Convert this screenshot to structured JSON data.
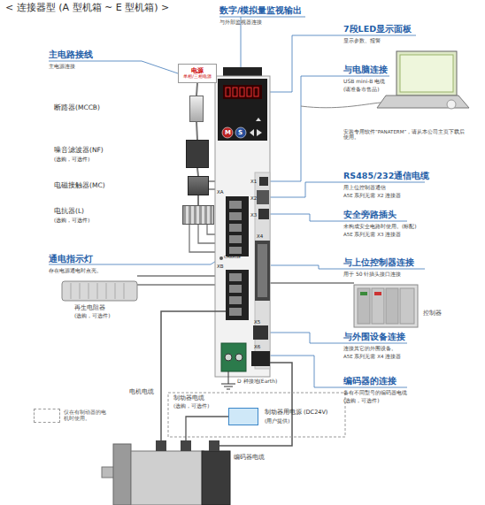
{
  "diagram": {
    "title": "< 连接器型 (A 型机箱 ~ E 型机箱) >",
    "nodes": [
      {
        "text": [
          "电源",
          "单相/三相电源"
        ]
      },
      {
        "text": [
          "断路器(MCCB)"
        ]
      },
      {
        "text": [
          "噪音滤波器(NF)",
          "(选购，可选件)"
        ]
      },
      {
        "text": [
          "电磁接触器(MC)"
        ]
      },
      {
        "text": [
          "电抗器(L)",
          "(选购，可选件)"
        ]
      },
      {
        "text": [
          "制动器用电源 (DC24V)",
          "(用户提供)"
        ]
      }
    ],
    "edges": [
      {
        "from": 0,
        "to": 1,
        "arrow": "none"
      },
      {
        "from": 1,
        "to": 2,
        "arrow": "none"
      },
      {
        "from": 2,
        "to": 3,
        "arrow": "none"
      },
      {
        "from": 3,
        "to": 4,
        "arrow": "none"
      }
    ],
    "labels": [
      "数字/模拟量监视输出",
      "与外部监视器连接",
      "7段LED显示面板",
      "显示参数、报警",
      "主电路接线",
      "主电源连接",
      "与电脑连接",
      "USB mini-B 电缆",
      "(请准备市售品)",
      "安装专用软件“PANATERM”，请从本公司主页下载后使用。",
      "RS485/232通信电缆",
      "用上位控制器通信",
      "A5E 系列无需 X2 连接器",
      "安全旁路插头",
      "未构成安全电路时使用。(标配)",
      "A5E 系列无需 X3 连接器",
      "通电指示灯",
      "存在电源通电时点亮。",
      "与上位控制器连接",
      "用于 50 针插头接口连接",
      "控制器",
      "再生电阻器",
      "(选购，可选件)",
      "与外围设备连接",
      "连接其它的外围设备。",
      "A5E 系列无需 X4 连接器",
      "编码器的连接",
      "备有不同型号的编码器电缆",
      "(选购，可选件)",
      "D 种接地(Earth)",
      "电机电缆",
      "制动器电缆",
      "(选购，可选件)",
      "编码器电缆",
      "XA",
      "XB",
      "CHARGE",
      "X1",
      "X2",
      "X3",
      "X4",
      "X5",
      "X6",
      "M",
      "S"
    ],
    "legend": [
      {
        "text": "仅在有制动器的电机时使用。"
      }
    ]
  }
}
